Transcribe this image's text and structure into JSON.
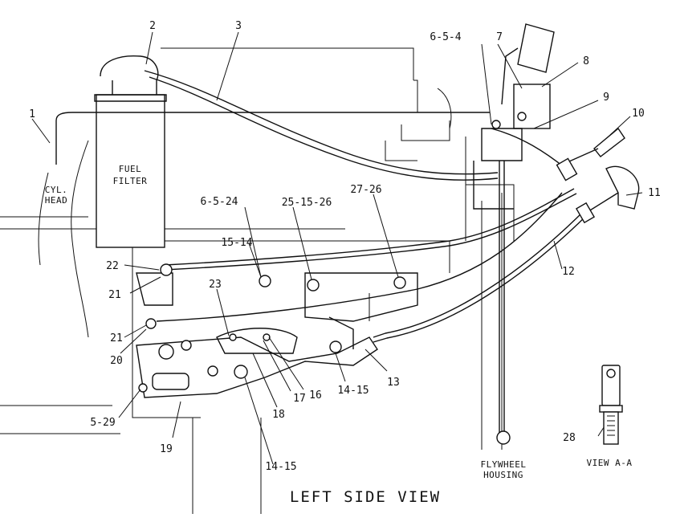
{
  "title": "LEFT SIDE VIEW",
  "labels": {
    "cyl_head": [
      "CYL.",
      "HEAD"
    ],
    "fuel_filter": [
      "FUEL",
      "FILTER"
    ],
    "flywheel_housing": [
      "FLYWHEEL",
      "HOUSING"
    ],
    "view_aa": "VIEW A-A"
  },
  "callouts": [
    "1",
    "2",
    "3",
    "6-5-4",
    "7",
    "8",
    "9",
    "10",
    "11",
    "12",
    "13",
    "14-15",
    "14-15",
    "15-14",
    "16",
    "17",
    "18",
    "19",
    "20",
    "21",
    "21",
    "22",
    "23",
    "5-29",
    "6-5-24",
    "25-15-26",
    "27-26",
    "28"
  ]
}
